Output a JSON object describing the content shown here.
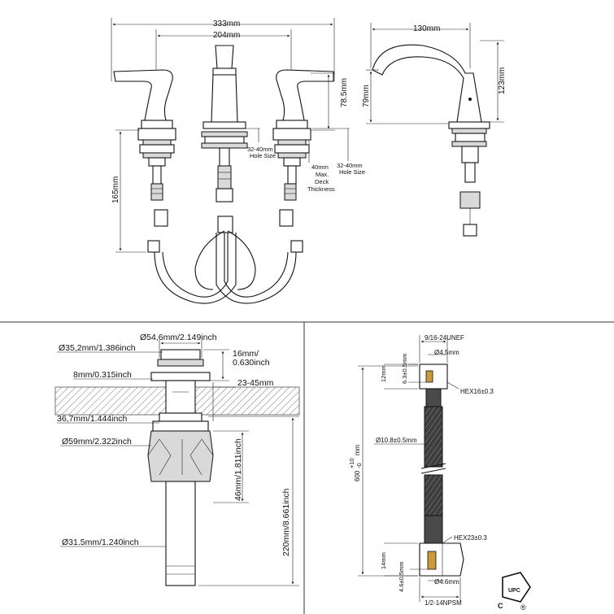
{
  "faucet_front": {
    "overall_width": "333mm",
    "handle_spacing": "204mm",
    "lever_height": "78.5mm",
    "hole_size_left": [
      "32-40mm",
      "Hole Size"
    ],
    "hole_size_right": [
      "32-40mm",
      "Hole Size"
    ],
    "deck_thickness": [
      "40mm",
      "Max.",
      "Deck",
      "Thickness"
    ],
    "hose_length": "165mm"
  },
  "faucet_side": {
    "spout_reach": "130mm",
    "spout_height": "123mm",
    "body_height": "79mm"
  },
  "drain": {
    "cap_diameter": "Ø54,6mm/2.149inch",
    "neck_diameter": "Ø35,2mm/1.386inch",
    "cap_height": [
      "16mm/",
      "0.630inch"
    ],
    "flange_thickness": "8mm/0.315inch",
    "sink_thickness": "23-45mm",
    "body_diameter": "36,7mm/1.444inch",
    "nut_diameter": "Ø59mm/2.322inch",
    "thread_length": "46mm/1.811inch",
    "total_length": "220mm/8.661inch",
    "tail_diameter": "Ø31.5mm/1.240inch"
  },
  "hose": {
    "top_thread": "9/16-24UNEF",
    "top_bore": "Ø4.5mm",
    "top_insert": "6.3±0.5mm",
    "top_length": "12mm",
    "top_hex": "HEX16±0.3",
    "braid_diameter": "Ø10.8±0.5mm",
    "length_base": "600",
    "length_tol_plus": "+10",
    "length_tol_minus": "-0",
    "length_unit": "mm",
    "bottom_hex": "HEX23±0.3",
    "bottom_length": "14mm",
    "bottom_insert": "4.6±0.5mm",
    "bottom_bore": "Ø4.6mm",
    "bottom_thread": "1/2-14NPSM"
  },
  "certification": {
    "logo_text": "UPC",
    "mark_letter": "C",
    "registered": "®"
  }
}
